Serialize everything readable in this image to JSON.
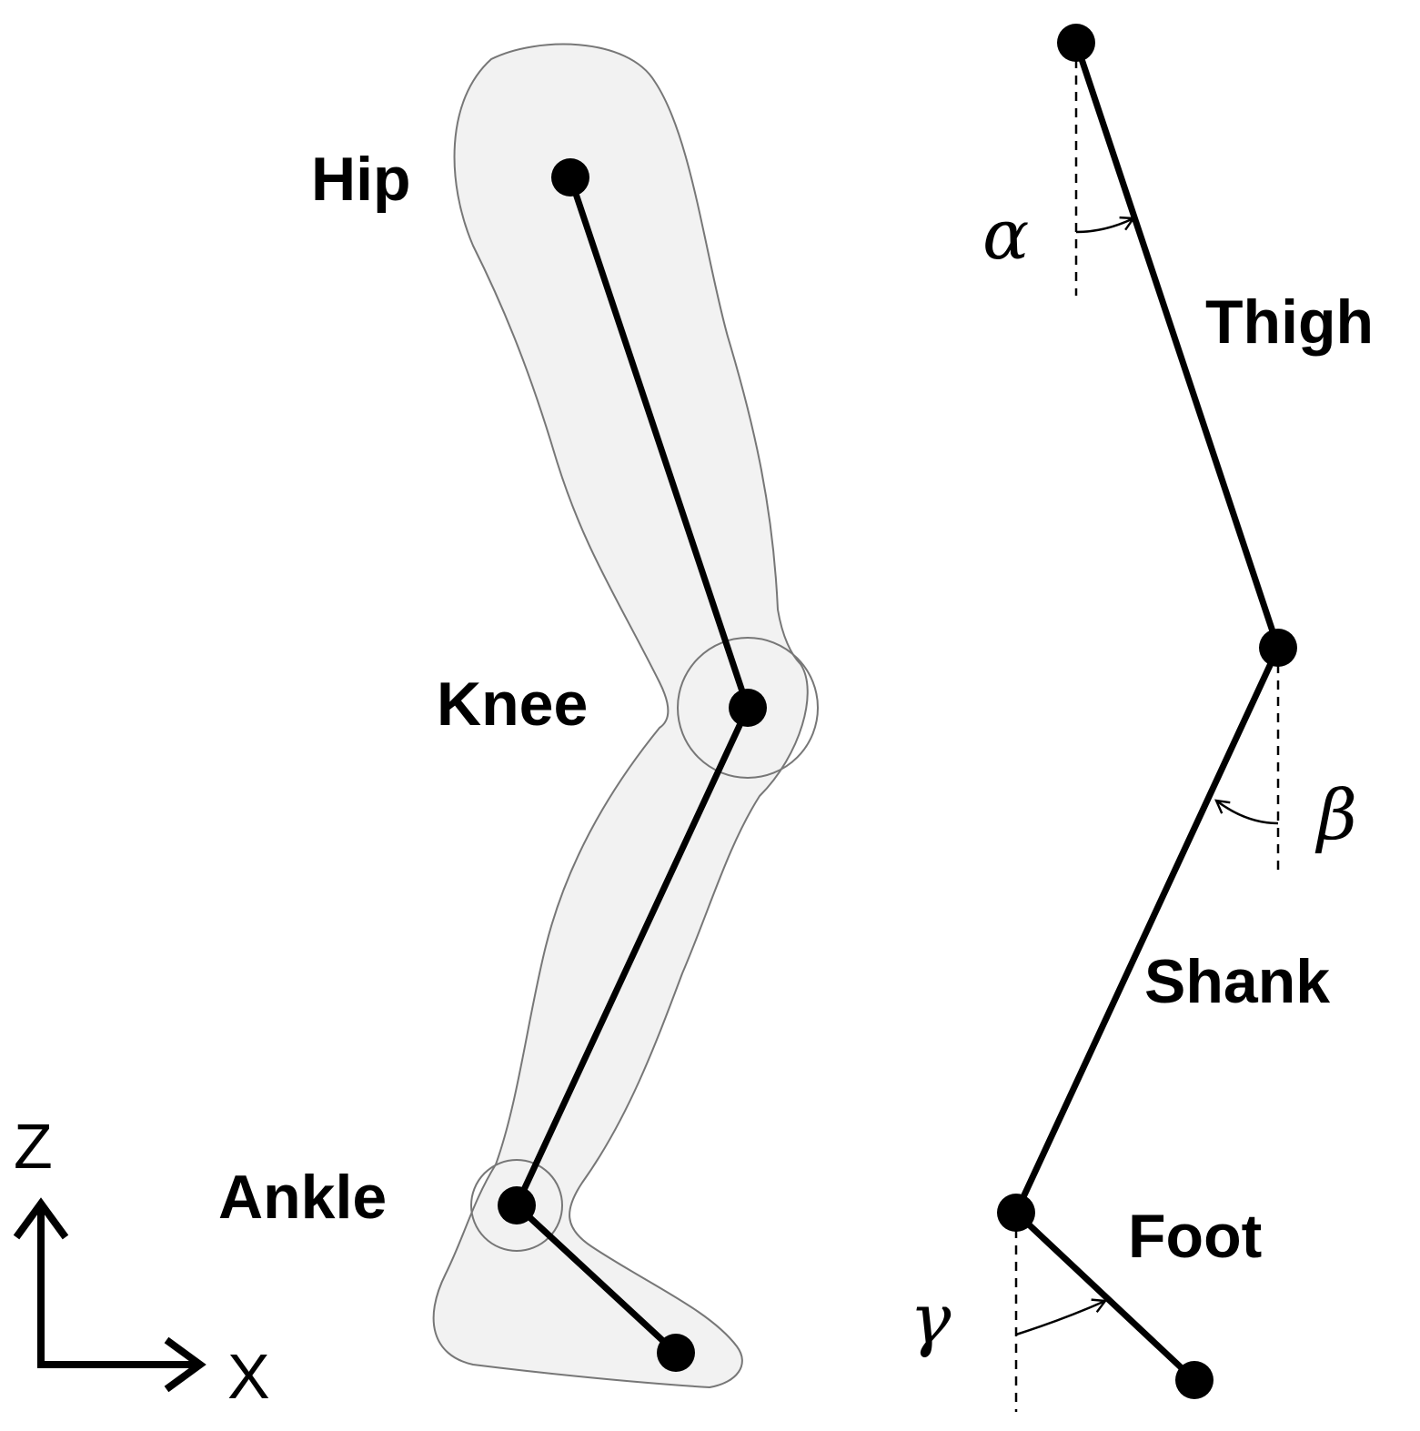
{
  "left_figure": {
    "labels": {
      "hip": "Hip",
      "knee": "Knee",
      "ankle": "Ankle"
    },
    "colors": {
      "leg_fill": "#f2f2f2",
      "leg_outline": "#777777",
      "skeleton": "#000000"
    }
  },
  "right_figure": {
    "segments": {
      "thigh": "Thigh",
      "shank": "Shank",
      "foot": "Foot"
    },
    "angles": {
      "alpha": "α",
      "beta": "β",
      "gamma": "γ"
    }
  },
  "axes": {
    "vertical": "Z",
    "horizontal": "X"
  }
}
